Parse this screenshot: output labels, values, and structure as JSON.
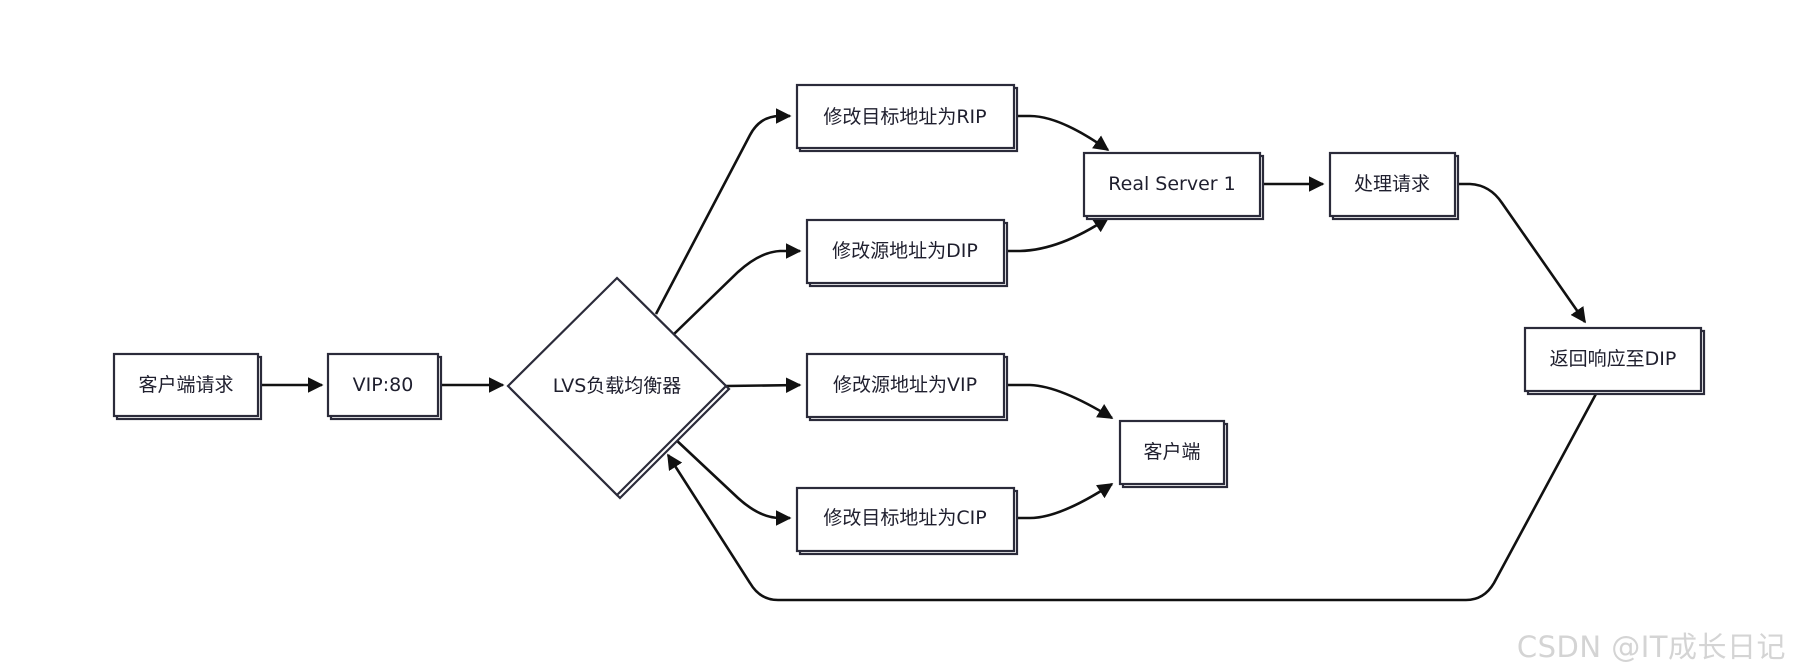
{
  "diagram": {
    "nodes": {
      "client_request": "客户端请求",
      "vip": "VIP:80",
      "lvs": "LVS负载均衡器",
      "mod_dest_rip": "修改目标地址为RIP",
      "mod_src_dip": "修改源地址为DIP",
      "mod_src_vip": "修改源地址为VIP",
      "mod_dest_cip": "修改目标地址为CIP",
      "real_server": "Real Server 1",
      "process": "处理请求",
      "return_dip": "返回响应至DIP",
      "client": "客户端"
    },
    "edges": [
      [
        "client_request",
        "vip"
      ],
      [
        "vip",
        "lvs"
      ],
      [
        "lvs",
        "mod_dest_rip"
      ],
      [
        "lvs",
        "mod_src_dip"
      ],
      [
        "lvs",
        "mod_src_vip"
      ],
      [
        "lvs",
        "mod_dest_cip"
      ],
      [
        "mod_dest_rip",
        "real_server"
      ],
      [
        "mod_src_dip",
        "real_server"
      ],
      [
        "real_server",
        "process"
      ],
      [
        "process",
        "return_dip"
      ],
      [
        "return_dip",
        "lvs"
      ],
      [
        "mod_src_vip",
        "client"
      ],
      [
        "mod_dest_cip",
        "client"
      ]
    ],
    "colors": {
      "node_border": "#2b2b3a",
      "edge": "#111111",
      "watermark": "#d4d4d4"
    }
  },
  "watermark": "CSDN @IT成长日记"
}
